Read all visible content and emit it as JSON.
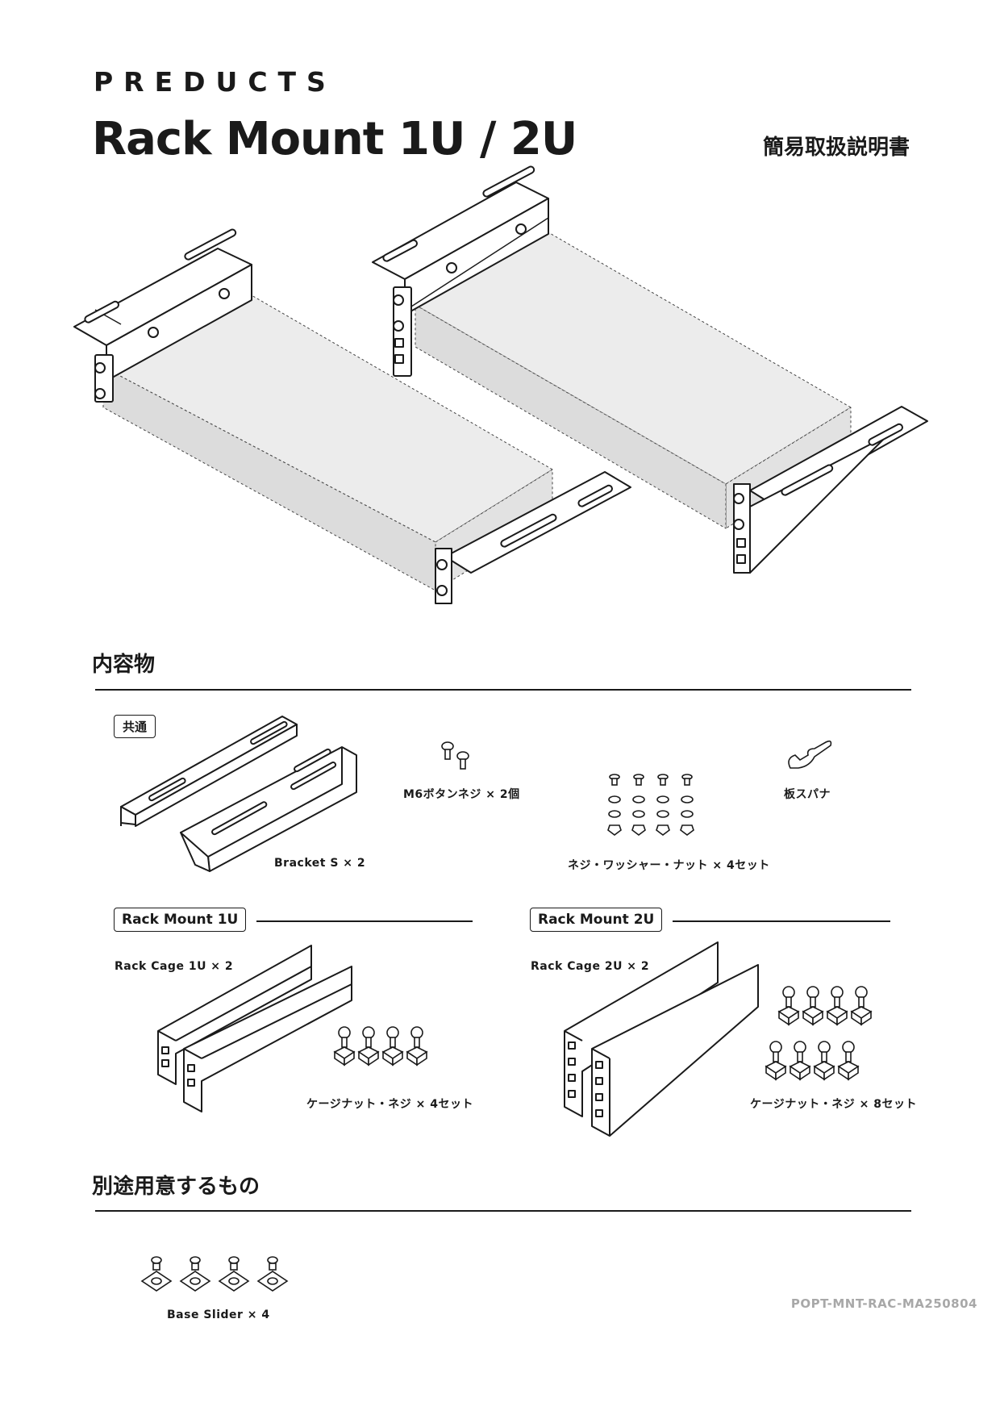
{
  "header": {
    "brand": "PREDUCTS",
    "title": "Rack Mount 1U / 2U",
    "subtitle_jp": "簡易取扱説明書"
  },
  "contents": {
    "heading": "内容物",
    "common": {
      "tag": "共通",
      "bracket_caption": "Bracket S × 2",
      "button_screw_caption": "M6ボタンネジ × 2個",
      "washer_nut_caption": "ネジ・ワッシャー・ナット × 4セット",
      "spanner_caption": "板スパナ"
    },
    "rack_1u": {
      "tag": "Rack Mount 1U",
      "cage_caption": "Rack Cage 1U × 2",
      "cage_nut_caption": "ケージナット・ネジ × 4セット"
    },
    "rack_2u": {
      "tag": "Rack Mount 2U",
      "cage_caption": "Rack Cage 2U × 2",
      "cage_nut_caption": "ケージナット・ネジ × 8セット"
    }
  },
  "separately": {
    "heading": "別途用意するもの",
    "base_slider_caption": "Base Slider × 4"
  },
  "footer": {
    "doc_code": "POPT-MNT-RAC-MA250804"
  }
}
